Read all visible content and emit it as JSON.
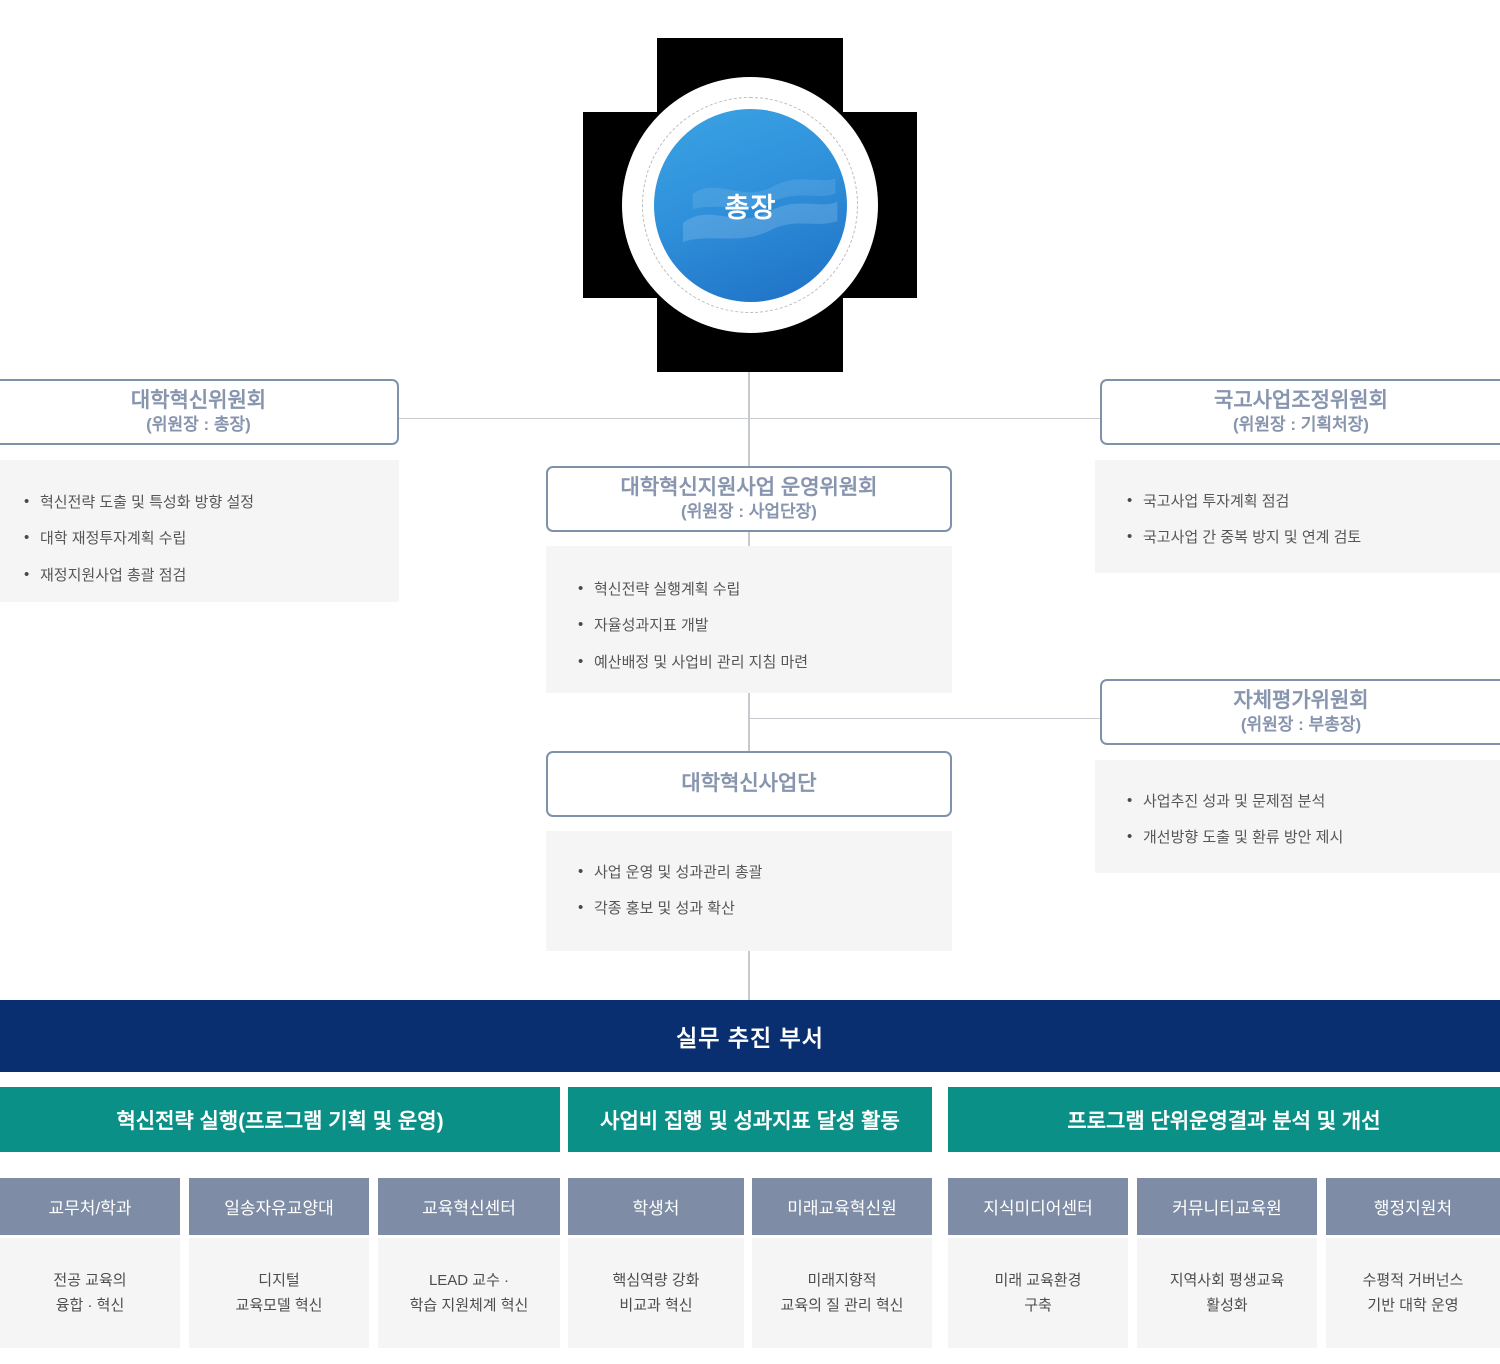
{
  "president": {
    "label": "총장",
    "icon": "university-emblem-wave"
  },
  "committees": [
    {
      "key": "univ_innovation",
      "title": "대학혁신위원회",
      "subtitle": "(위원장 : 총장)",
      "items": [
        "혁신전략 도출 및 특성화 방향 설정",
        "대학 재정투자계획 수립",
        "재정지원사업 총괄 점검"
      ]
    },
    {
      "key": "national_project_coord",
      "title": "국고사업조정위원회",
      "subtitle": "(위원장 : 기획처장)",
      "items": [
        "국고사업 투자계획 점검",
        "국고사업 간 중복 방지 및 연계 검토"
      ]
    },
    {
      "key": "support_project_steering",
      "title": "대학혁신지원사업 운영위원회",
      "subtitle": "(위원장 : 사업단장)",
      "items": [
        "혁신전략 실행계획 수립",
        "자율성과지표 개발",
        "예산배정 및 사업비 관리 지침 마련"
      ]
    },
    {
      "key": "self_evaluation",
      "title": "자체평가위원회",
      "subtitle": "(위원장 : 부총장)",
      "items": [
        "사업추진 성과 및 문제점 분석",
        "개선방향 도출 및 환류 방안 제시"
      ]
    },
    {
      "key": "innovation_group",
      "title": "대학혁신사업단",
      "subtitle": "",
      "items": [
        "사업 운영 및 성과관리 총괄",
        "각종 홍보 및 성과 확산"
      ]
    }
  ],
  "working_bar": {
    "label": "실무 추진 부서"
  },
  "groups": [
    {
      "key": "group1",
      "label": "혁신전략 실행(프로그램 기획 및 운영)"
    },
    {
      "key": "group2",
      "label": "사업비 집행 및 성과지표 달성 활동"
    },
    {
      "key": "group3",
      "label": "프로그램 단위운영결과 분석 및 개선"
    }
  ],
  "departments": [
    {
      "key": "dept1",
      "name": "교무처/학과",
      "line1": "전공 교육의",
      "line2": "융합 · 혁신"
    },
    {
      "key": "dept2",
      "name": "일송자유교양대",
      "line1": "디지털",
      "line2": "교육모델 혁신"
    },
    {
      "key": "dept3",
      "name": "교육혁신센터",
      "line1": "LEAD 교수 ·",
      "line2": "학습 지원체계 혁신"
    },
    {
      "key": "dept4",
      "name": "학생처",
      "line1": "핵심역량 강화",
      "line2": "비교과 혁신"
    },
    {
      "key": "dept5",
      "name": "미래교육혁신원",
      "line1": "미래지향적",
      "line2": "교육의 질 관리 혁신"
    },
    {
      "key": "dept6",
      "name": "지식미디어센터",
      "line1": "미래 교육환경",
      "line2": "구축"
    },
    {
      "key": "dept7",
      "name": "커뮤니티교육원",
      "line1": "지역사회 평생교육",
      "line2": "활성화"
    },
    {
      "key": "dept8",
      "name": "행정지원처",
      "line1": "수평적 거버넌스",
      "line2": "기반 대학 운영"
    }
  ],
  "colors": {
    "navy": "#0a2f70",
    "teal": "#0a9086",
    "slate": "#7e8ca6",
    "card_border": "#7f92ac",
    "card_title": "#8895ae",
    "panel": "#f5f5f6",
    "circle_blue": "#2f91db",
    "connector": "#c6c9ce"
  }
}
